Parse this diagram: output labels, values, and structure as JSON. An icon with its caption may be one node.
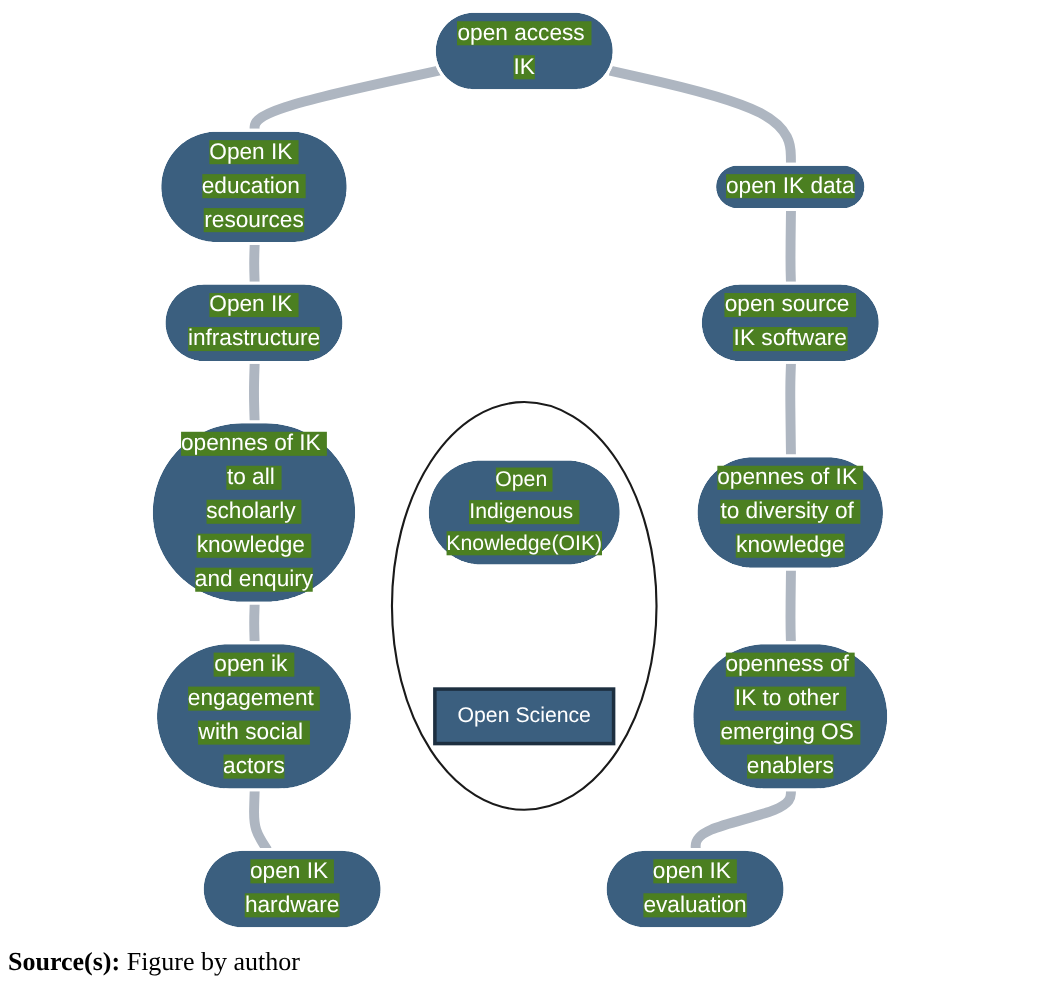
{
  "diagram": {
    "nodes": [
      {
        "text": [
          "open access IK"
        ]
      },
      {
        "text": [
          "open IK data"
        ]
      },
      {
        "text": [
          "open source IK software"
        ]
      },
      {
        "text": [
          "opennes of IK to diversity of knowledge"
        ]
      },
      {
        "text": [
          "openness of IK to other emerging OS enablers"
        ]
      },
      {
        "text": [
          "open IK evaluation"
        ]
      },
      {
        "text": [
          "open IK hardware"
        ]
      },
      {
        "text": [
          "open ik engagement with social actors"
        ]
      },
      {
        "text": [
          "opennes of IK to all scholarly knowledge and enquiry"
        ]
      },
      {
        "text": [
          "Open IK infrastructure"
        ]
      },
      {
        "text": [
          "Open IK education resources"
        ]
      },
      {
        "text": [],
        "shape": "circle"
      },
      {
        "text": [
          "Open Indigenous Knowledge(OIK)"
        ],
        "in": 11
      },
      {
        "text": [
          "Open Science"
        ],
        "in": 11
      }
    ],
    "edges": [
      {
        "from": 0,
        "to": 10,
        "arrow": "none"
      },
      {
        "from": 10,
        "to": 9,
        "arrow": "none"
      },
      {
        "from": 9,
        "to": 8,
        "arrow": "none"
      },
      {
        "from": 8,
        "to": 7,
        "arrow": "none"
      },
      {
        "from": 7,
        "to": 6,
        "arrow": "none"
      },
      {
        "from": 0,
        "to": 1,
        "arrow": "none"
      },
      {
        "from": 1,
        "to": 2,
        "arrow": "none"
      },
      {
        "from": 2,
        "to": 3,
        "arrow": "none"
      },
      {
        "from": 3,
        "to": 4,
        "arrow": "none"
      },
      {
        "from": 4,
        "to": 5,
        "arrow": "none"
      }
    ],
    "caption": "**Source(s):** Figure by author"
  }
}
